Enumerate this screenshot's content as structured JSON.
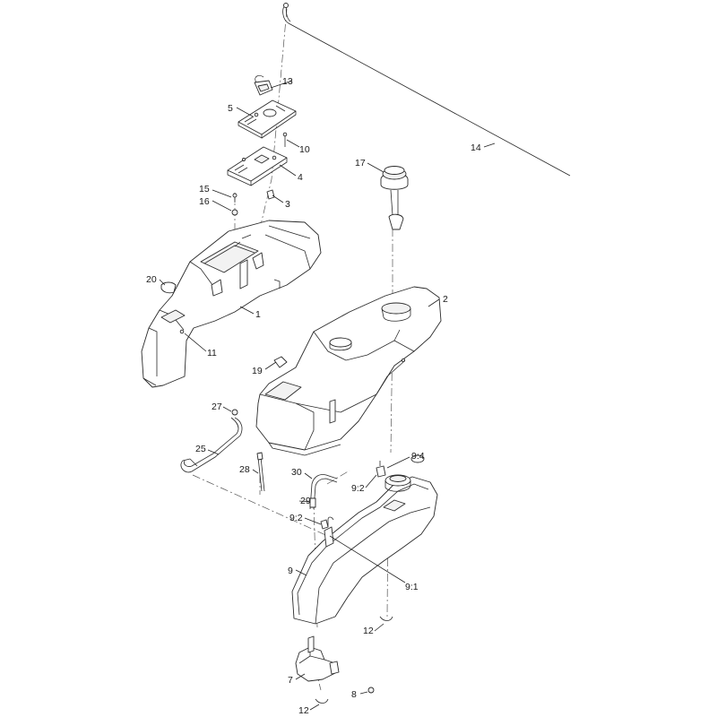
{
  "labels": {
    "l1": "1",
    "l2": "2",
    "l3": "3",
    "l4": "4",
    "l5": "5",
    "l7": "7",
    "l8": "8",
    "l9": "9",
    "l9_1": "9:1",
    "l9_2a": "9:2",
    "l9_2b": "9:2",
    "l9_4": "9:4",
    "l10": "10",
    "l11": "11",
    "l12a": "12",
    "l12b": "12",
    "l13": "13",
    "l14": "14",
    "l15": "15",
    "l16": "16",
    "l17": "17",
    "l19": "19",
    "l20": "20",
    "l25": "25",
    "l27": "27",
    "l28": "28",
    "l29": "29",
    "l30": "30"
  }
}
